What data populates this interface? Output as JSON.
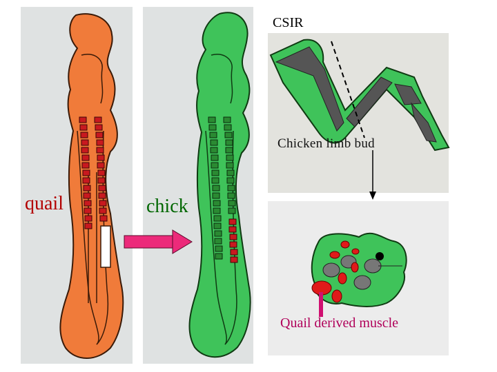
{
  "header": {
    "text": "CSIR"
  },
  "labels": {
    "quail": "quail",
    "chick": "chick",
    "limb_bud": "Chicken limb bud",
    "quail_muscle": "Quail derived muscle"
  },
  "colors": {
    "quail_embryo": "#f07b3a",
    "chick_embryo": "#3fc35a",
    "somite": "#c8191f",
    "arrow": "#ec2a7a",
    "background_photo": "#dfe3e3"
  }
}
